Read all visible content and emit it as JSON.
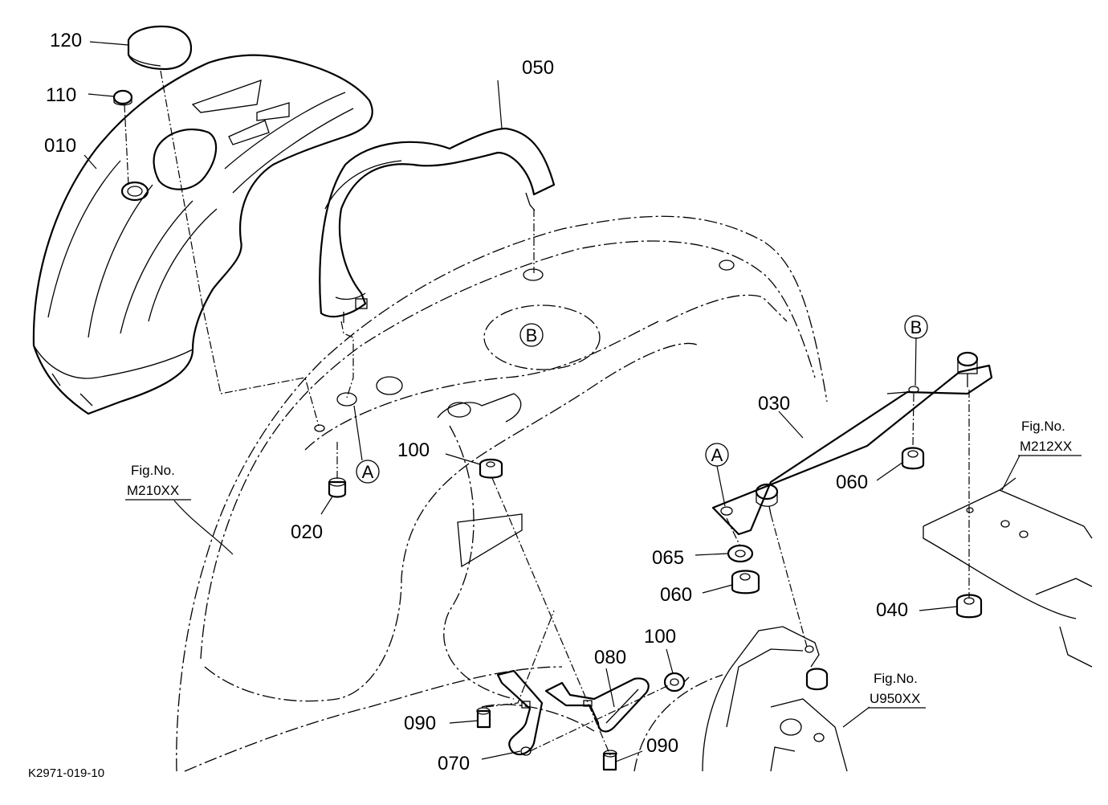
{
  "diagram_code": "K2971-019-10",
  "part_labels": {
    "p010": "010",
    "p020": "020",
    "p030": "030",
    "p040": "040",
    "p050": "050",
    "p060a": "060",
    "p060b": "060",
    "p065": "065",
    "p070": "070",
    "p080": "080",
    "p090a": "090",
    "p090b": "090",
    "p100a": "100",
    "p100b": "100",
    "p110": "110",
    "p120": "120"
  },
  "references": {
    "A1": "A",
    "A2": "A",
    "B1": "B",
    "B2": "B"
  },
  "figures": {
    "m210": {
      "caption": "Fig.No.",
      "code": "M210XX"
    },
    "m212": {
      "caption": "Fig.No.",
      "code": "M212XX"
    },
    "u950": {
      "caption": "Fig.No.",
      "code": "U950XX"
    }
  }
}
